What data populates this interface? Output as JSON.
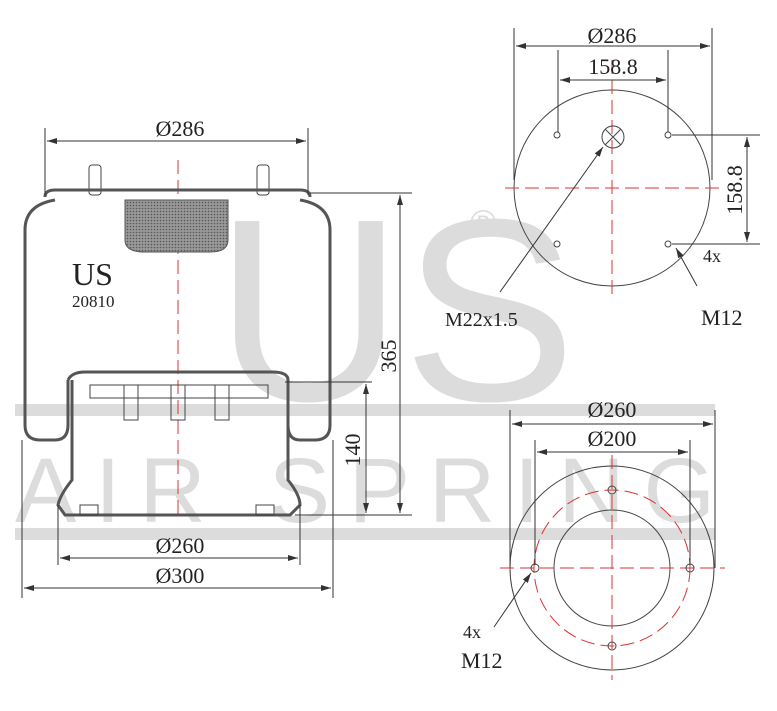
{
  "watermark": {
    "brand": "US",
    "registered": "®",
    "tagline": "AIR SPRING"
  },
  "side_view": {
    "part_brand": "US",
    "part_number": "20810",
    "dim_top_diameter": "Ø286",
    "dim_height": "365",
    "dim_piston_height": "140",
    "dim_piston_diameter": "Ø260",
    "dim_max_diameter": "Ø300"
  },
  "top_plate_view": {
    "dim_diameter": "Ø286",
    "dim_bolt_spacing_x": "158.8",
    "dim_bolt_spacing_y": "158.8",
    "center_port_label": "M22x1.5",
    "bolt_count_label": "4x",
    "bolt_thread_label": "M12"
  },
  "bottom_plate_view": {
    "dim_outer_diameter": "Ø260",
    "dim_bolt_circle": "Ø200",
    "bolt_count_label": "4x",
    "bolt_thread_label": "M12"
  },
  "colors": {
    "centerline": "#dd3333",
    "line": "#333333",
    "watermark": "#dcdcdc"
  }
}
